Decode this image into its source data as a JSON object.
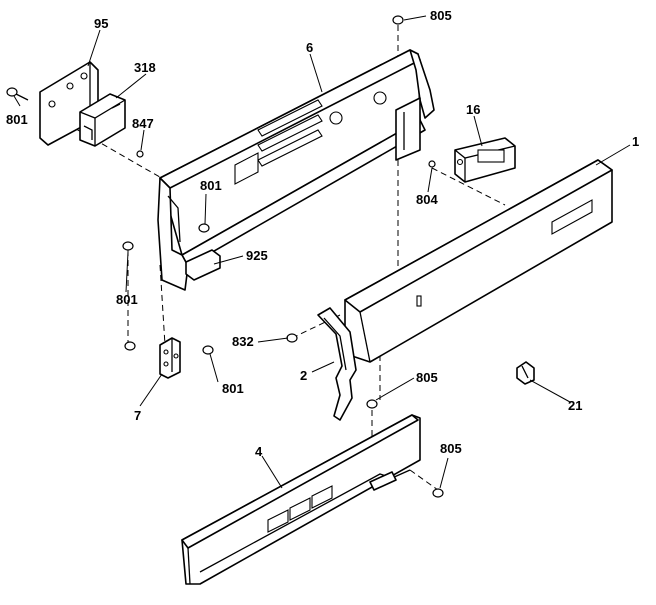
{
  "diagram": {
    "callouts": {
      "c95": "95",
      "c318": "318",
      "c801a": "801",
      "c847": "847",
      "c6": "6",
      "c805a": "805",
      "c16": "16",
      "c1": "1",
      "c804": "804",
      "c801b": "801",
      "c925": "925",
      "c801c": "801",
      "c832": "832",
      "c801d": "801",
      "c2": "2",
      "c7": "7",
      "c805b": "805",
      "c21": "21",
      "c4": "4",
      "c805c": "805"
    }
  }
}
